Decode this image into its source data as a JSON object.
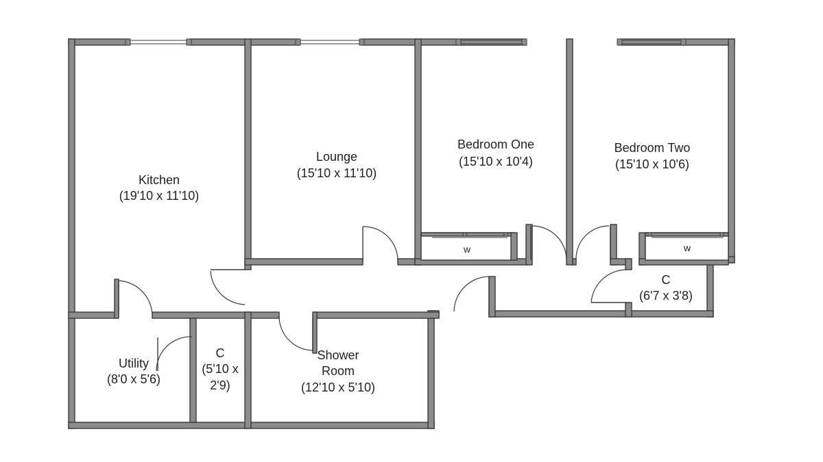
{
  "floorplan": {
    "rooms": {
      "kitchen": {
        "name": "Kitchen",
        "size": "(19'10 x 11'10)"
      },
      "lounge": {
        "name": "Lounge",
        "size": "(15'10 x 11'10)"
      },
      "bedroom_one": {
        "name": "Bedroom One",
        "size": "(15'10 x 10'4)"
      },
      "bedroom_two": {
        "name": "Bedroom Two",
        "size": "(15'10 x 10'6)"
      },
      "cupboard_hall": {
        "name": "C",
        "size": "(6'7 x 3'8)"
      },
      "utility": {
        "name": "Utility",
        "size": "(8'0 x 5'6)"
      },
      "cupboard_small": {
        "name": "C",
        "size_line1": "(5'10 x",
        "size_line2": "2'9)"
      },
      "shower_room": {
        "name_line1": "Shower",
        "name_line2": "Room",
        "size": "(12'10 x 5'10)"
      }
    },
    "wardrobe_one": {
      "label": "w"
    },
    "wardrobe_two": {
      "label": "w"
    },
    "colors": {
      "wall_fill": "#8c8c8c",
      "wall_outline": "#3a3a3a",
      "background": "#ffffff"
    }
  }
}
